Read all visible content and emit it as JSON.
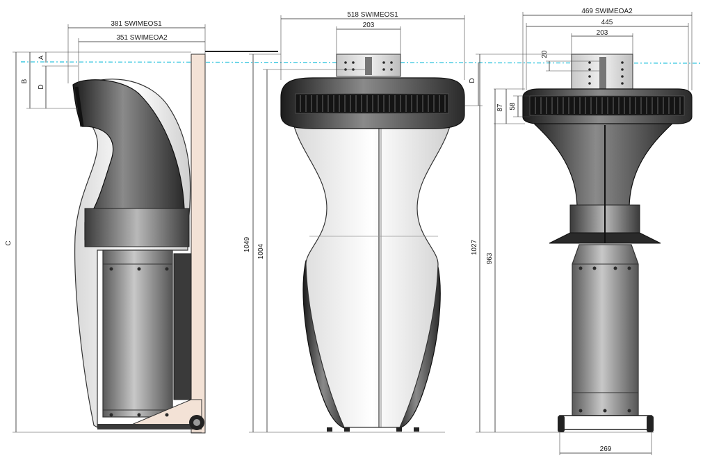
{
  "dims": {
    "side_w1": "381 SWIMEOS1",
    "side_w2": "351 SWIMEOA2",
    "front_w": "518 SWIMEOS1",
    "front_inner": "203",
    "right_w": "469 SWIMEOA2",
    "right_w2": "445",
    "right_inner": "203",
    "small_20": "20",
    "h_87": "87",
    "h_58": "58",
    "base_269": "269",
    "h_1049": "1049",
    "h_1004": "1004",
    "h_1027": "1027",
    "h_963": "963",
    "letter_a": "A",
    "letter_b": "B",
    "letter_c": "C",
    "letter_d_left": "D",
    "letter_d_mid": "D"
  },
  "colors": {
    "water_line": "#3cc8e0",
    "wall_panel": "#f3e2d6",
    "unit_dark": "#2e2e2e",
    "unit_shell": "#f2f2f2"
  }
}
